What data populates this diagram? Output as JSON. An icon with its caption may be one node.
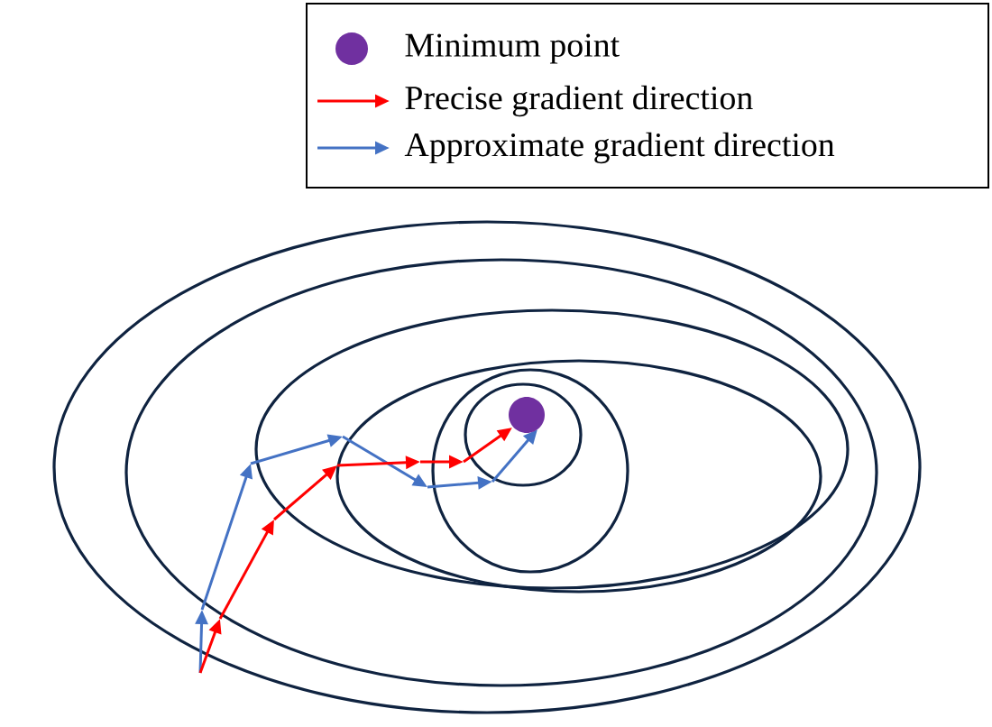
{
  "diagram": {
    "legend": [
      {
        "text": "Minimum point"
      },
      {
        "text": "Precise gradient direction"
      },
      {
        "text": "Approximate gradient direction"
      }
    ]
  }
}
